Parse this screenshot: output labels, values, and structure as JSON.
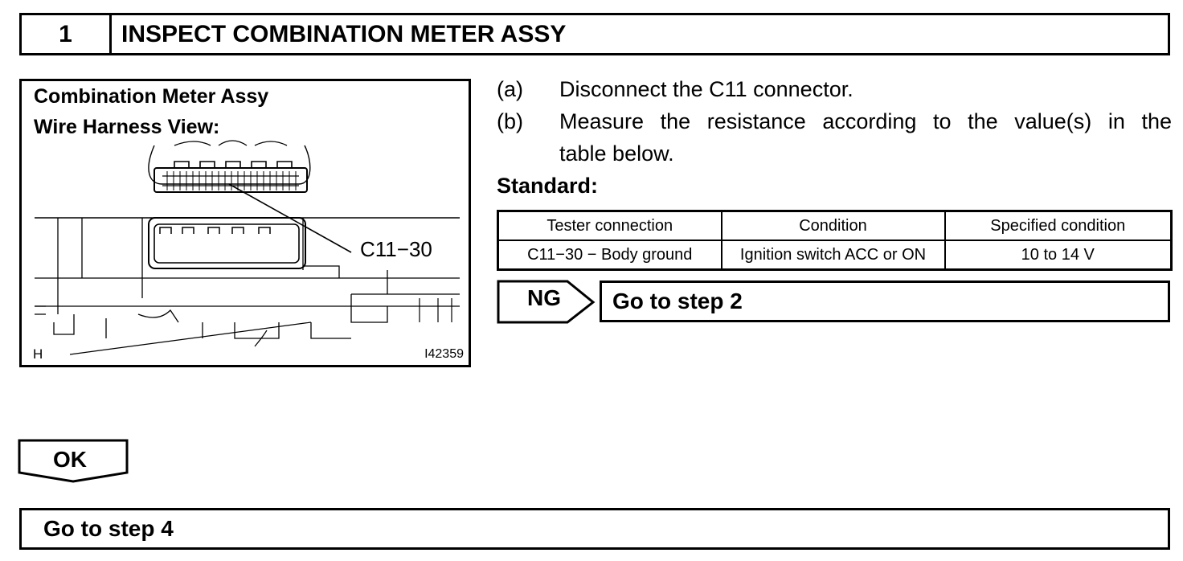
{
  "step": {
    "number": "1",
    "title": "INSPECT COMBINATION METER ASSY"
  },
  "illustration": {
    "caption_line1": "Combination Meter Assy",
    "caption_line2": "Wire Harness View:",
    "terminal_label": "C11−30",
    "corner_mark": "H",
    "figure_id": "I42359"
  },
  "instructions": [
    {
      "marker": "(a)",
      "text": "Disconnect the C11 connector."
    },
    {
      "marker": "(b)",
      "text": "Measure the resistance according to the value(s) in the",
      "continuation": "table below."
    }
  ],
  "standard_label": "Standard:",
  "spec_table": {
    "headers": [
      "Tester connection",
      "Condition",
      "Specified condition"
    ],
    "rows": [
      [
        "C11−30 − Body ground",
        "Ignition switch ACC or ON",
        "10 to 14 V"
      ]
    ]
  },
  "result_ng": {
    "label": "NG",
    "action": "Go to step 2"
  },
  "result_ok": {
    "label": "OK",
    "action": "Go to step 4"
  }
}
